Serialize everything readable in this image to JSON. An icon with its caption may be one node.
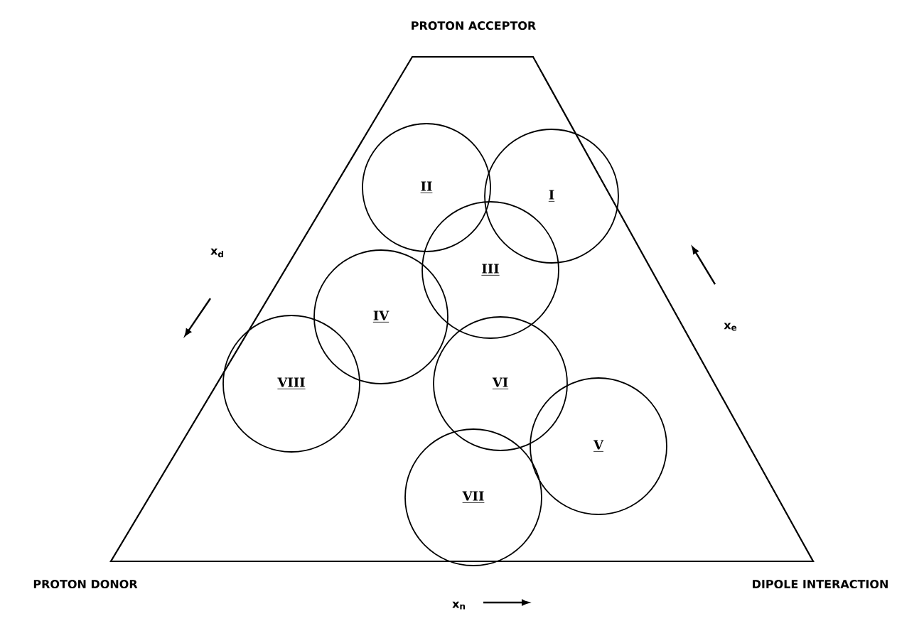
{
  "diagram": {
    "nodes": [
      {
        "text": [
          "II"
        ]
      },
      {
        "text": [
          "I"
        ]
      },
      {
        "text": [
          "III"
        ]
      },
      {
        "text": [
          "IV"
        ]
      },
      {
        "text": [
          "VIII"
        ]
      },
      {
        "text": [
          "VI"
        ]
      },
      {
        "text": [
          "V"
        ]
      },
      {
        "text": [
          "VII"
        ]
      }
    ],
    "labels": [
      "PROTON ACCEPTOR",
      "x$_{d}$",
      "x$_{e}$",
      "PROTON DONOR",
      "x$_{n}$",
      "DIPOLE INTERACTION"
    ]
  }
}
